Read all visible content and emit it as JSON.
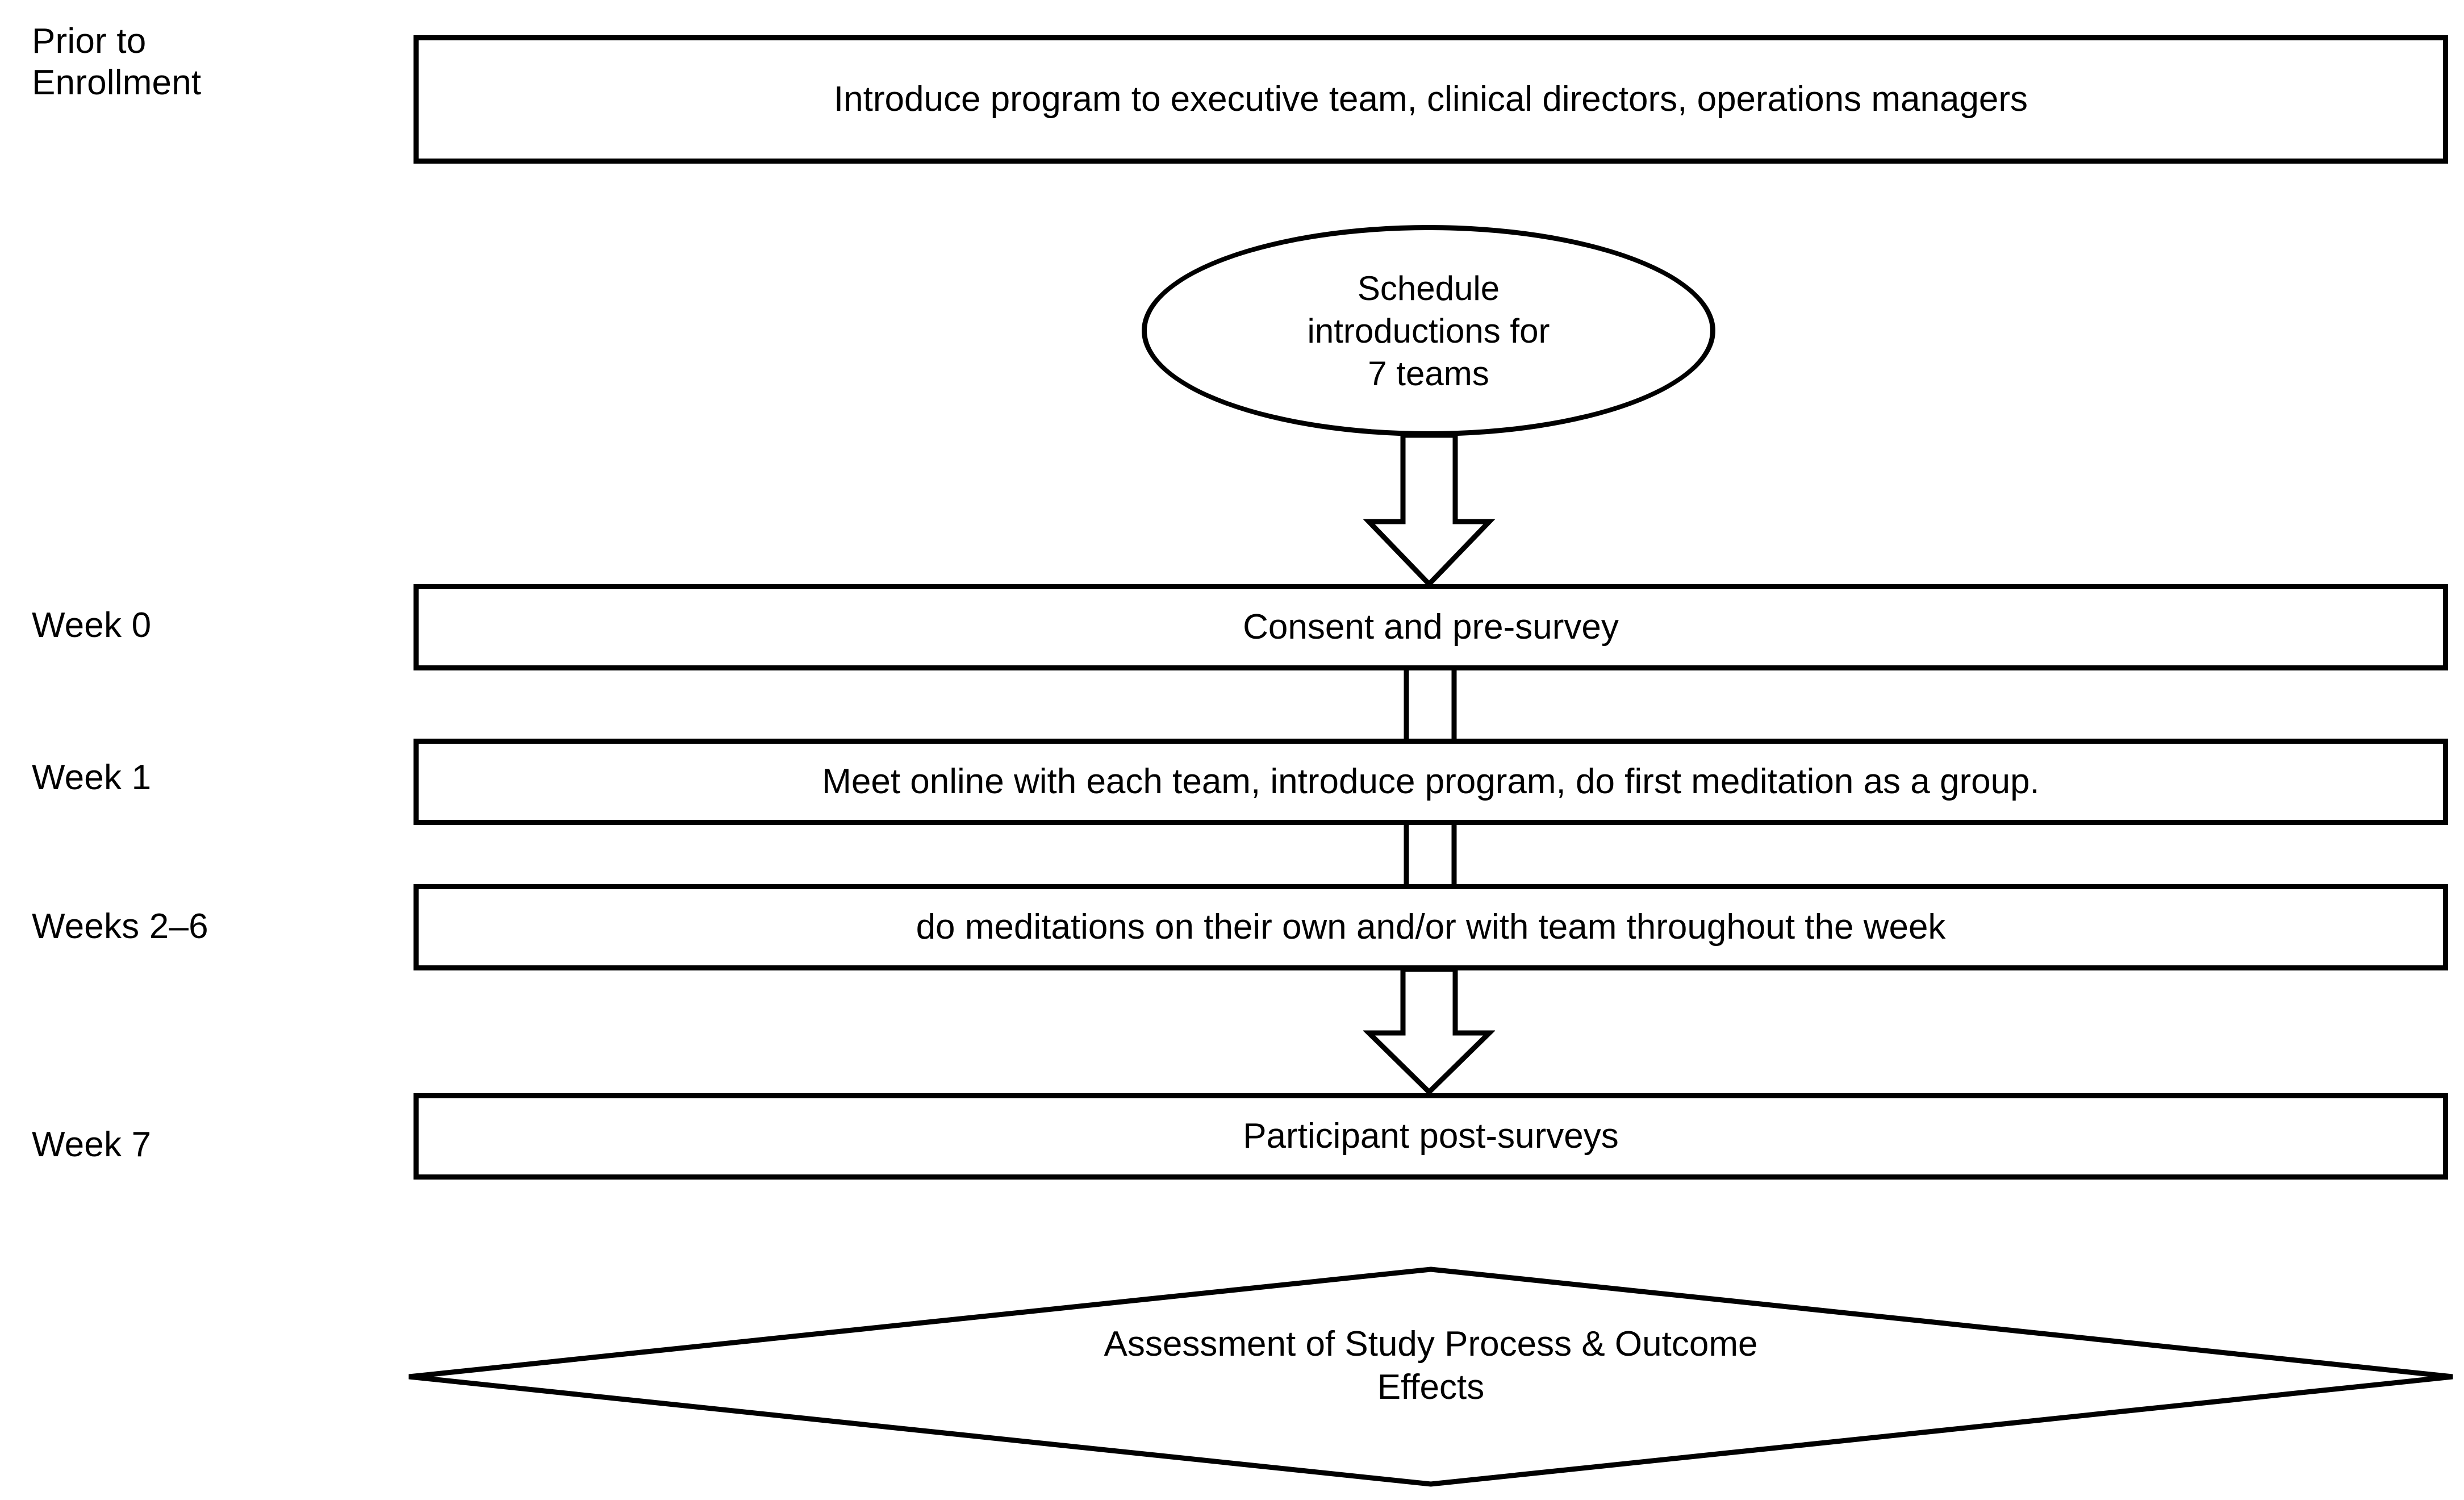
{
  "diagram": {
    "type": "flowchart",
    "orientation": "vertical",
    "background_color": "#ffffff",
    "stroke_color": "#000000",
    "text_color": "#000000",
    "timeline_labels": [
      {
        "id": "prior-to-enrollment",
        "text": "Prior to\nEnrollment"
      },
      {
        "id": "week-0",
        "text": "Week 0"
      },
      {
        "id": "week-1",
        "text": "Week 1"
      },
      {
        "id": "weeks-2-6",
        "text": "Weeks 2–6"
      },
      {
        "id": "week-7",
        "text": "Week 7"
      }
    ],
    "nodes": [
      {
        "id": "introduce-program",
        "shape": "rectangle",
        "text": "Introduce program to executive team, clinical directors, operations managers"
      },
      {
        "id": "schedule-introductions",
        "shape": "ellipse",
        "text": "Schedule\nintroductions for\n7 teams"
      },
      {
        "id": "consent-and-pre-survey",
        "shape": "rectangle",
        "text": "Consent and pre-survey"
      },
      {
        "id": "meet-online-each-team",
        "shape": "rectangle",
        "text": "Meet online with each team, introduce program, do first meditation as a group."
      },
      {
        "id": "do-meditations",
        "shape": "rectangle",
        "text": "do meditations on their own and/or with team throughout the week"
      },
      {
        "id": "participant-post-surveys",
        "shape": "rectangle",
        "text": "Participant post-surveys"
      },
      {
        "id": "assessment-outcome",
        "shape": "diamond",
        "text": "Assessment of Study Process & Outcome\nEffects"
      }
    ],
    "connectors": [
      {
        "id": "ellipse-to-week0",
        "style": "block-arrow-down",
        "from": "schedule-introductions",
        "to": "consent-and-pre-survey"
      },
      {
        "id": "week0-to-week1",
        "style": "shaft-down",
        "from": "consent-and-pre-survey",
        "to": "meet-online-each-team"
      },
      {
        "id": "week1-to-weeks26",
        "style": "shaft-down",
        "from": "meet-online-each-team",
        "to": "do-meditations"
      },
      {
        "id": "weeks26-to-week7",
        "style": "block-arrow-down",
        "from": "do-meditations",
        "to": "participant-post-surveys"
      }
    ]
  }
}
